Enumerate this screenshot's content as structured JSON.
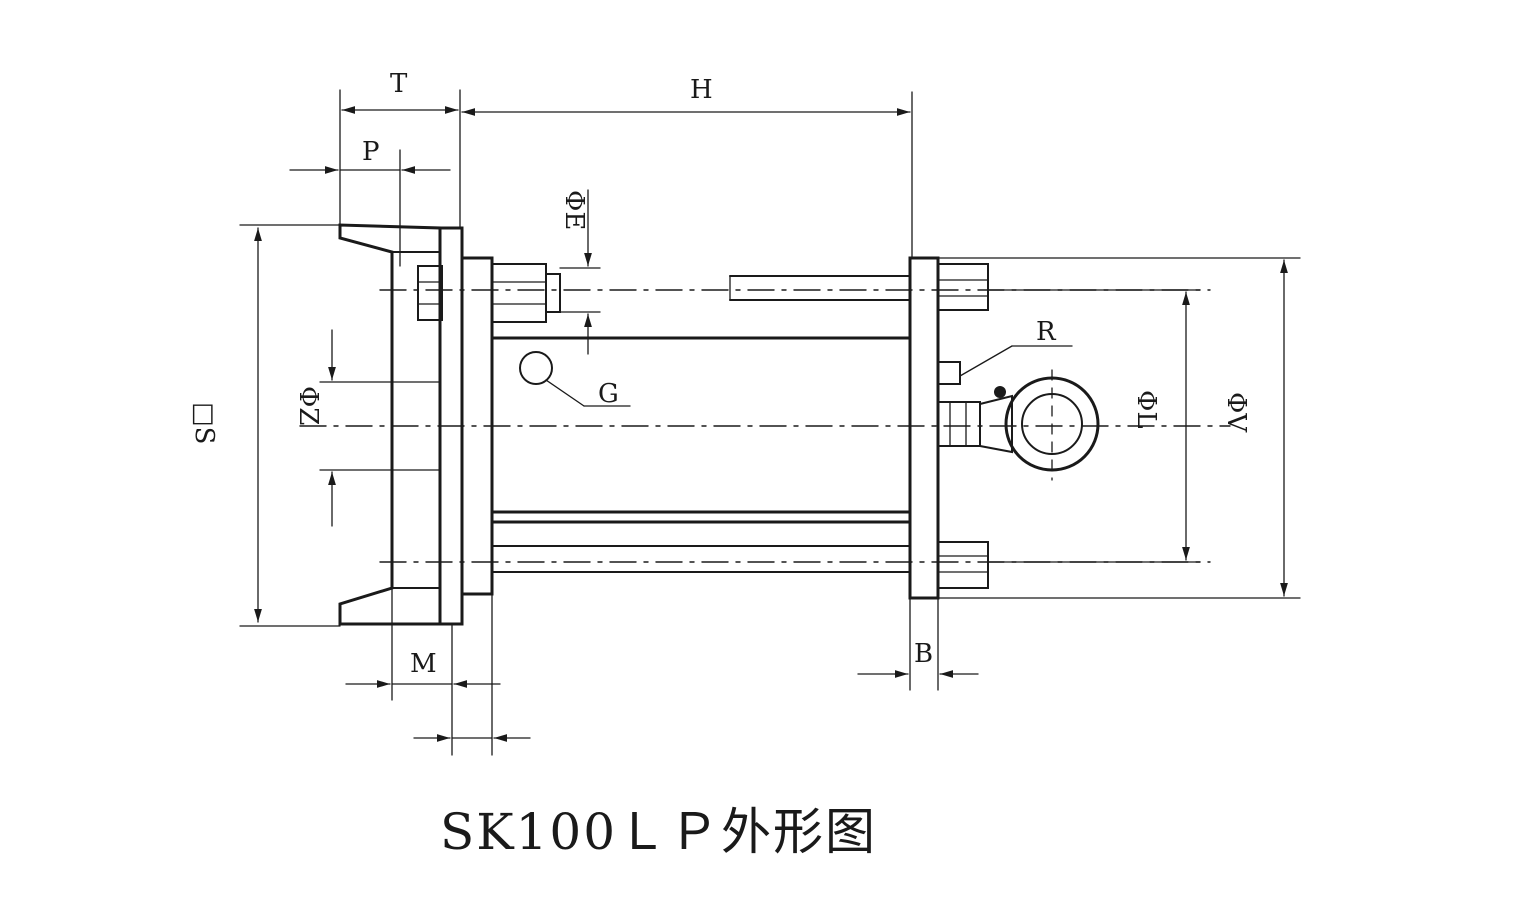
{
  "caption": "SK100ＬＰ外形图",
  "labels": {
    "T": "T",
    "H": "H",
    "P": "P",
    "E": "ΦE",
    "S": "□S",
    "Z": "ΦZ",
    "G": "G",
    "R": "R",
    "L": "ΦL",
    "V": "ΦV",
    "M": "M",
    "B": "B"
  }
}
